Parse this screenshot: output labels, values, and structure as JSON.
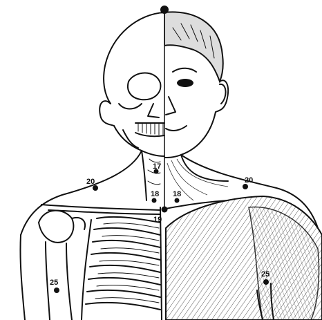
{
  "colors": {
    "ink": "#111111",
    "paper": "#ffffff",
    "muscle_shade": "#e8e8e8"
  },
  "labels": {
    "p20_left": "20",
    "p20_right": "20",
    "p17": "17",
    "p18": "18",
    "p18_right": "18",
    "p19": "19",
    "p25_left": "25",
    "p25_right": "25"
  }
}
